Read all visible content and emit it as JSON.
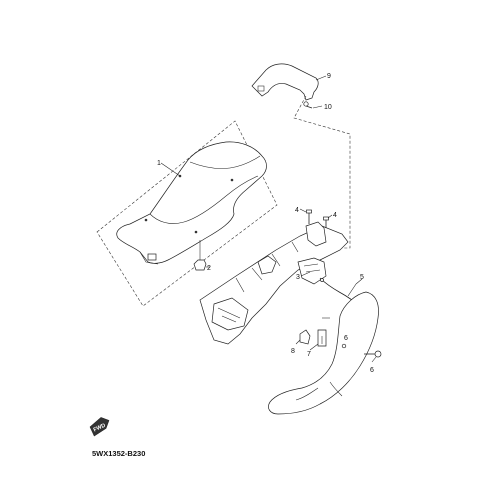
{
  "diagram": {
    "code": "5WX1352-B230",
    "forward_marker": "FWD",
    "callouts": [
      {
        "id": "c1",
        "label": "1"
      },
      {
        "id": "c2",
        "label": "2"
      },
      {
        "id": "c3",
        "label": "3"
      },
      {
        "id": "c4a",
        "label": "4"
      },
      {
        "id": "c4b",
        "label": "4"
      },
      {
        "id": "c5",
        "label": "5"
      },
      {
        "id": "c6a",
        "label": "6"
      },
      {
        "id": "c6b",
        "label": "6"
      },
      {
        "id": "c7",
        "label": "7"
      },
      {
        "id": "c8",
        "label": "8"
      },
      {
        "id": "c9",
        "label": "9"
      },
      {
        "id": "c10",
        "label": "10"
      }
    ]
  }
}
